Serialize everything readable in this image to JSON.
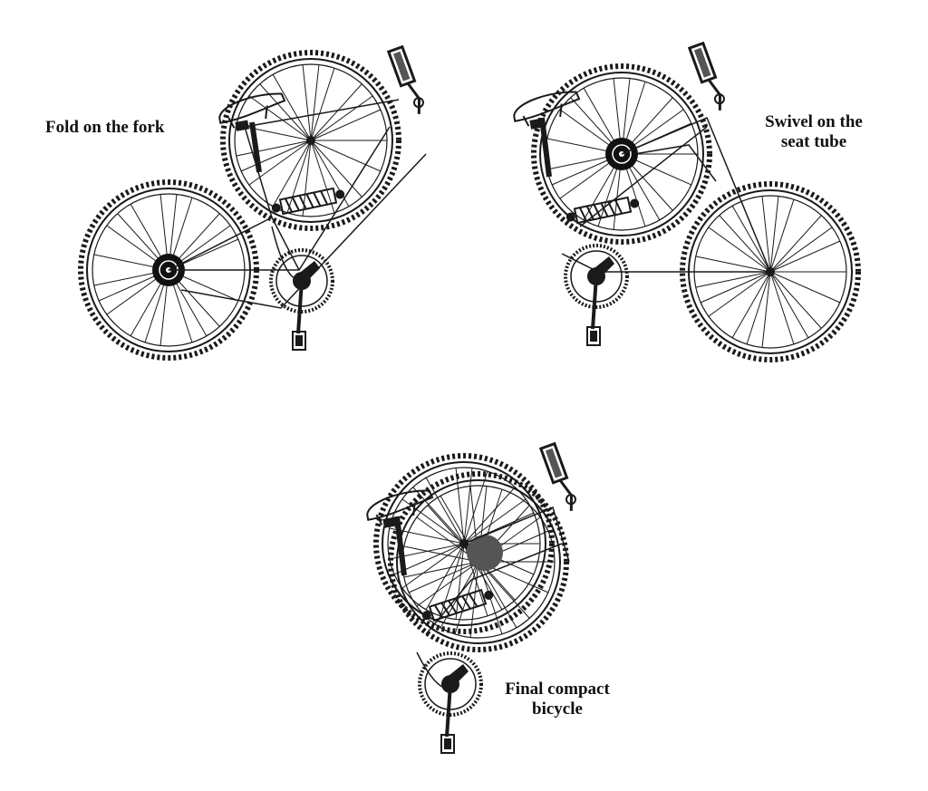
{
  "captions": {
    "fold_on_fork": "Fold on the fork",
    "swivel_seat_tube_line1": "Swivel on the",
    "swivel_seat_tube_line2": "seat tube",
    "final_compact_line1": "Final compact",
    "final_compact_line2": "bicycle"
  },
  "colors": {
    "line": "#1a1a1a",
    "hub": "#111111",
    "background": "#ffffff"
  },
  "icons": {
    "stage_fold_fork": "folded-bicycle-fork-drawing",
    "stage_swivel_seat": "folded-bicycle-seat-tube-drawing",
    "stage_final": "compact-folded-bicycle-drawing"
  }
}
